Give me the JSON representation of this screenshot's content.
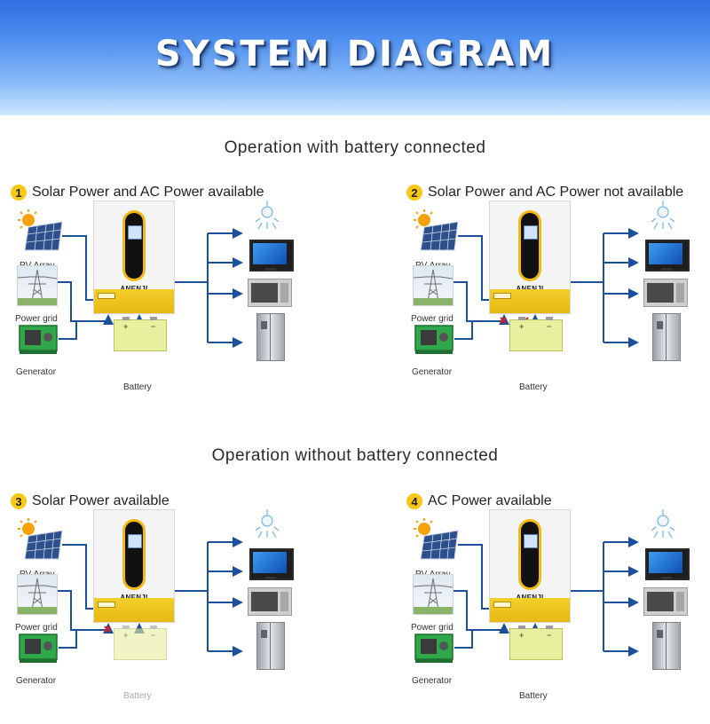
{
  "banner": {
    "title": "SYSTEM DIAGRAM"
  },
  "sections": [
    {
      "title": "Operation with battery connected"
    },
    {
      "title": "Operation without  battery connected"
    }
  ],
  "panels": [
    {
      "number": "1",
      "label": "Solar Power and AC Power available",
      "pv": "PV Array",
      "grid": "Power grid",
      "generator": "Generator",
      "battery": "Battery",
      "brand": "ANENJI"
    },
    {
      "number": "2",
      "label": "Solar Power and AC Power not available",
      "pv": "PV Array",
      "grid": "Power grid",
      "generator": "Generator",
      "battery": "Battery",
      "brand": "ANENJI"
    },
    {
      "number": "3",
      "label": "Solar Power available",
      "pv": "PV Array",
      "grid": "Power grid",
      "generator": "Generator",
      "battery": "Battery",
      "brand": "ANENJI"
    },
    {
      "number": "4",
      "label": "AC Power available",
      "pv": "PV Array",
      "grid": "Power grid",
      "generator": "Generator",
      "battery": "Battery",
      "brand": "ANENJI"
    }
  ],
  "colors": {
    "wire": "#1c4f9c",
    "cross": "#e11b1b",
    "badge": "#f7c816",
    "inverter_accent": "#e8b812"
  }
}
